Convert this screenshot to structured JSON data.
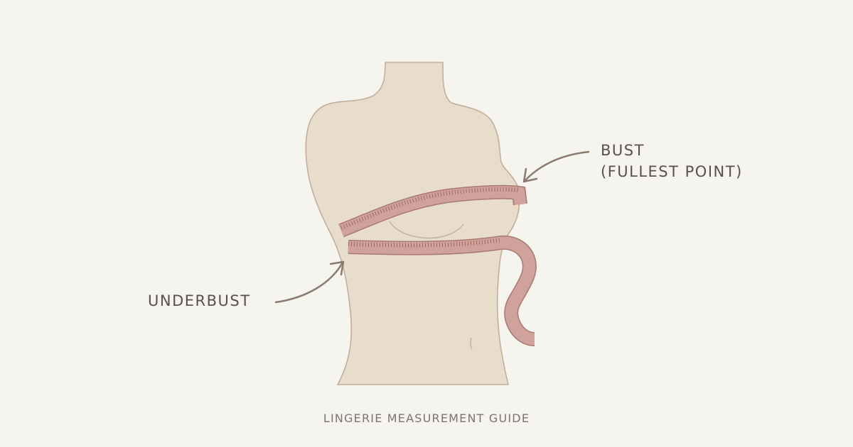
{
  "labels": {
    "bust": "BUST",
    "bust_sub": "(FULLEST POINT)",
    "underbust": "UNDERBUST"
  },
  "caption": "LINGERIE MEASUREMENT GUIDE",
  "colors": {
    "background": "#f6f4ef",
    "body": "#e8dccb",
    "outline": "#c4ae9b",
    "tape": "#c99d95",
    "tape_edge": "#a9796f",
    "arrow": "#8c7a70",
    "text": "#5a504b"
  }
}
